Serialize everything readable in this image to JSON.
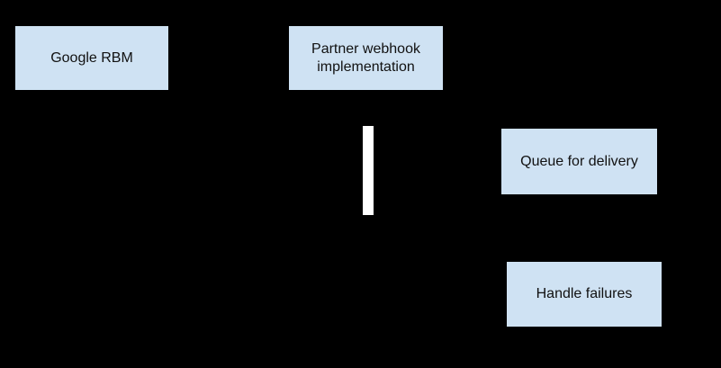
{
  "diagram": {
    "background_color": "#000000",
    "node_fill_color": "#cfe2f3",
    "node_text_color": "#111111",
    "activation_bar_color": "#ffffff",
    "nodes": [
      {
        "id": "google-rbm",
        "label": "Google RBM"
      },
      {
        "id": "partner-webhook",
        "label": "Partner webhook implementation"
      },
      {
        "id": "queue-for-delivery",
        "label": "Queue for delivery"
      },
      {
        "id": "handle-failures",
        "label": "Handle failures"
      }
    ],
    "activation_bar": {
      "description": "white vertical activation bar under partner webhook node"
    }
  }
}
